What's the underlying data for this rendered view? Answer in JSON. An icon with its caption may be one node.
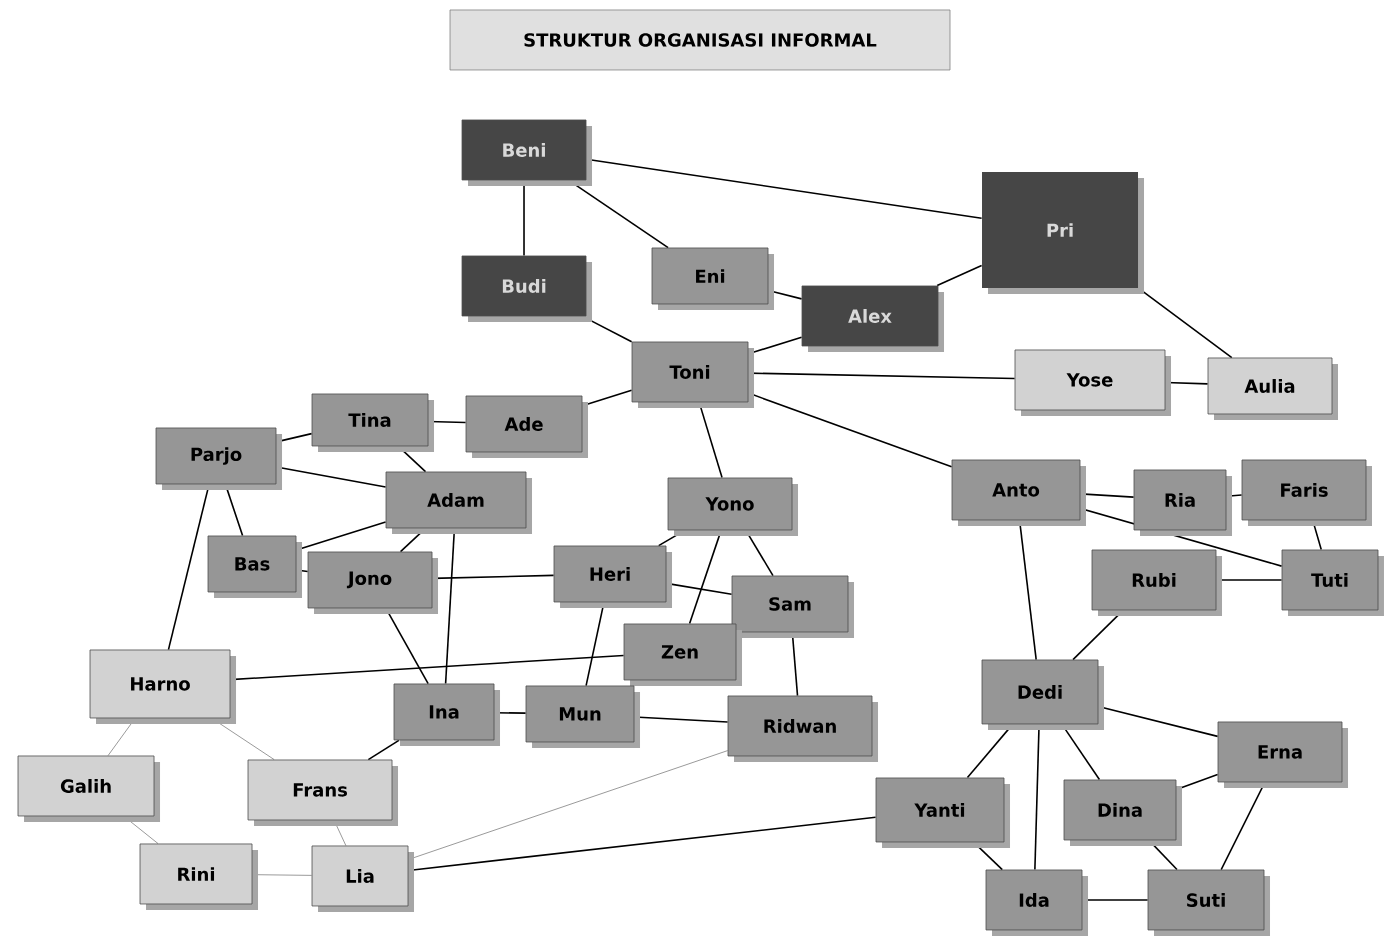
{
  "diagram": {
    "title": "STRUKTUR ORGANISASI INFORMAL",
    "nodes": [
      {
        "text": [
          "Beni"
        ]
      },
      {
        "text": [
          "Pri"
        ]
      },
      {
        "text": [
          "Budi"
        ]
      },
      {
        "text": [
          "Eni"
        ]
      },
      {
        "text": [
          "Alex"
        ]
      },
      {
        "text": [
          "Toni"
        ]
      },
      {
        "text": [
          "Yose"
        ]
      },
      {
        "text": [
          "Aulia"
        ]
      },
      {
        "text": [
          "Tina"
        ]
      },
      {
        "text": [
          "Ade"
        ]
      },
      {
        "text": [
          "Parjo"
        ]
      },
      {
        "text": [
          "Adam"
        ]
      },
      {
        "text": [
          "Yono"
        ]
      },
      {
        "text": [
          "Anto"
        ]
      },
      {
        "text": [
          "Ria"
        ]
      },
      {
        "text": [
          "Faris"
        ]
      },
      {
        "text": [
          "Bas"
        ]
      },
      {
        "text": [
          "Jono"
        ]
      },
      {
        "text": [
          "Heri"
        ]
      },
      {
        "text": [
          "Sam"
        ]
      },
      {
        "text": [
          "Rubi"
        ]
      },
      {
        "text": [
          "Tuti"
        ]
      },
      {
        "text": [
          "Zen"
        ]
      },
      {
        "text": [
          "Harno"
        ]
      },
      {
        "text": [
          "Ina"
        ]
      },
      {
        "text": [
          "Dedi"
        ]
      },
      {
        "text": [
          "Mun"
        ]
      },
      {
        "text": [
          "Ridwan"
        ]
      },
      {
        "text": [
          "Erna"
        ]
      },
      {
        "text": [
          "Galih"
        ]
      },
      {
        "text": [
          "Frans"
        ]
      },
      {
        "text": [
          "Yanti"
        ]
      },
      {
        "text": [
          "Dina"
        ]
      },
      {
        "text": [
          "Rini"
        ]
      },
      {
        "text": [
          "Lia"
        ]
      },
      {
        "text": [
          "Ida"
        ]
      },
      {
        "text": [
          "Suti"
        ]
      }
    ],
    "edges": [
      {
        "from": 0,
        "to": 1,
        "arrow": "none"
      },
      {
        "from": 0,
        "to": 2,
        "arrow": "none"
      },
      {
        "from": 0,
        "to": 3,
        "arrow": "none"
      },
      {
        "from": 2,
        "to": 5,
        "arrow": "none"
      },
      {
        "from": 3,
        "to": 4,
        "arrow": "none"
      },
      {
        "from": 1,
        "to": 4,
        "arrow": "none"
      },
      {
        "from": 1,
        "to": 7,
        "arrow": "none"
      },
      {
        "from": 5,
        "to": 4,
        "arrow": "none"
      },
      {
        "from": 5,
        "to": 6,
        "arrow": "none"
      },
      {
        "from": 6,
        "to": 7,
        "arrow": "none"
      },
      {
        "from": 5,
        "to": 9,
        "arrow": "none"
      },
      {
        "from": 5,
        "to": 12,
        "arrow": "none"
      },
      {
        "from": 5,
        "to": 13,
        "arrow": "none"
      },
      {
        "from": 8,
        "to": 9,
        "arrow": "none"
      },
      {
        "from": 8,
        "to": 10,
        "arrow": "none"
      },
      {
        "from": 8,
        "to": 11,
        "arrow": "none"
      },
      {
        "from": 10,
        "to": 11,
        "arrow": "none"
      },
      {
        "from": 11,
        "to": 16,
        "arrow": "none"
      },
      {
        "from": 10,
        "to": 16,
        "arrow": "none"
      },
      {
        "from": 10,
        "to": 23,
        "arrow": "none"
      },
      {
        "from": 16,
        "to": 17,
        "arrow": "none"
      },
      {
        "from": 17,
        "to": 18,
        "arrow": "none"
      },
      {
        "from": 11,
        "to": 17,
        "arrow": "none"
      },
      {
        "from": 11,
        "to": 24,
        "arrow": "none"
      },
      {
        "from": 17,
        "to": 24,
        "arrow": "none"
      },
      {
        "from": 18,
        "to": 12,
        "arrow": "none"
      },
      {
        "from": 18,
        "to": 19,
        "arrow": "none"
      },
      {
        "from": 18,
        "to": 26,
        "arrow": "none"
      },
      {
        "from": 12,
        "to": 19,
        "arrow": "none"
      },
      {
        "from": 12,
        "to": 22,
        "arrow": "none"
      },
      {
        "from": 19,
        "to": 27,
        "arrow": "none"
      },
      {
        "from": 22,
        "to": 23,
        "arrow": "none"
      },
      {
        "from": 24,
        "to": 26,
        "arrow": "none"
      },
      {
        "from": 26,
        "to": 27,
        "arrow": "none"
      },
      {
        "from": 24,
        "to": 30,
        "arrow": "none"
      },
      {
        "from": 23,
        "to": 29,
        "arrow": "none",
        "color": "#9a9a9a"
      },
      {
        "from": 23,
        "to": 30,
        "arrow": "none",
        "color": "#9a9a9a"
      },
      {
        "from": 29,
        "to": 33,
        "arrow": "none",
        "color": "#9a9a9a"
      },
      {
        "from": 33,
        "to": 34,
        "arrow": "none",
        "color": "#9a9a9a"
      },
      {
        "from": 30,
        "to": 34,
        "arrow": "none",
        "color": "#9a9a9a"
      },
      {
        "from": 27,
        "to": 34,
        "arrow": "none",
        "color": "#9a9a9a"
      },
      {
        "from": 34,
        "to": 31,
        "arrow": "none"
      },
      {
        "from": 31,
        "to": 25,
        "arrow": "none"
      },
      {
        "from": 31,
        "to": 35,
        "arrow": "none"
      },
      {
        "from": 13,
        "to": 25,
        "arrow": "none"
      },
      {
        "from": 20,
        "to": 25,
        "arrow": "none"
      },
      {
        "from": 25,
        "to": 35,
        "arrow": "none"
      },
      {
        "from": 25,
        "to": 32,
        "arrow": "none"
      },
      {
        "from": 25,
        "to": 28,
        "arrow": "none"
      },
      {
        "from": 28,
        "to": 32,
        "arrow": "none"
      },
      {
        "from": 28,
        "to": 36,
        "arrow": "none"
      },
      {
        "from": 32,
        "to": 36,
        "arrow": "none"
      },
      {
        "from": 35,
        "to": 36,
        "arrow": "none"
      },
      {
        "from": 13,
        "to": 14,
        "arrow": "none"
      },
      {
        "from": 14,
        "to": 15,
        "arrow": "none"
      },
      {
        "from": 15,
        "to": 21,
        "arrow": "none"
      },
      {
        "from": 20,
        "to": 21,
        "arrow": "none"
      },
      {
        "from": 13,
        "to": 21,
        "arrow": "none"
      }
    ]
  }
}
